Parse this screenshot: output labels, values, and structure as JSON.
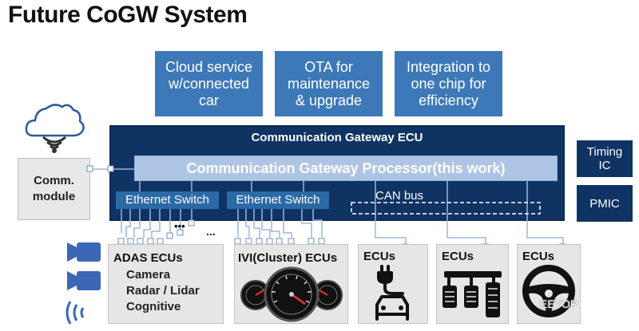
{
  "title": "Future CoGW System",
  "top_boxes": [
    {
      "text": "Cloud service\nw/connected\ncar"
    },
    {
      "text": "OTA for\nmaintenance\n& upgrade"
    },
    {
      "text": "Integration to\none chip for\nefficiency"
    }
  ],
  "ecu_label": "Communication Gateway ECU",
  "processor_label": "Communication Gateway Processor(this work)",
  "switch_label_1": "Ethernet Switch",
  "switch_label_2": "Ethernet Switch",
  "canbus_label": "CAN bus",
  "timing_label": "Timing\nIC",
  "pmic_label": "PMIC",
  "comm_module_label": "Comm.\nmodule",
  "ellipsis_1": "•••",
  "ellipsis_2": "...",
  "adas": {
    "title": "ADAS ECUs",
    "items": [
      "Camera",
      "Radar / Lidar",
      "Cognitive"
    ]
  },
  "ivi_label": "IVI(Cluster) ECUs",
  "ecus_label_1": "ECUs",
  "ecus_label_2": "ECUs",
  "ecus_label_3": "ECUs",
  "watermark": "EETOP",
  "colors": {
    "top_box": "#3d78b8",
    "ecu_dark": "#0f3363",
    "processor": "#aec4e4",
    "switch": "#2b6aa6",
    "sensor_icon": "#3b67b5",
    "line": "#9fb5d8"
  }
}
